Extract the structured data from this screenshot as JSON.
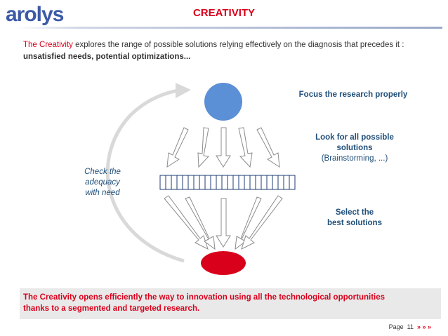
{
  "header": {
    "logo_text": "arolys",
    "title": "CREATIVITY"
  },
  "intro": {
    "highlight": "The Creativity",
    "text": " explores the range of possible solutions relying effectively on the diagnosis that precedes it : ",
    "bold": "unsatisfied needs, potential optimizations..."
  },
  "diagram": {
    "focus_label": "Focus the research properly",
    "look_label_1": "Look for all possible",
    "look_label_2": "solutions",
    "look_label_3": "(Brainstorming, ...)",
    "select_label_1": "Select the",
    "select_label_2": "best solutions",
    "check_label_1": "Check the",
    "check_label_2": "adequacy",
    "check_label_3": "with need",
    "colors": {
      "top_circle": "#5b8fd6",
      "bottom_ellipse": "#d9001b",
      "label_text": "#1f4e79"
    }
  },
  "conclusion": {
    "text_1": "The Creativity opens efficiently the way to innovation using all the technological opportunities",
    "text_2": "thanks to a segmented and targeted research."
  },
  "footer": {
    "page_label": "Page",
    "page_number": "11",
    "arrows": "» » »"
  }
}
